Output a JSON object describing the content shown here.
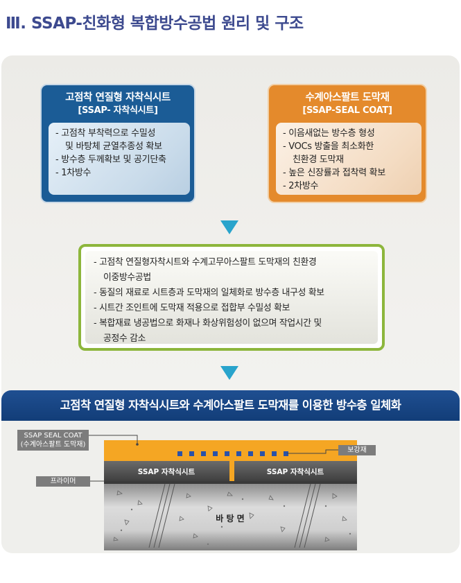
{
  "title": "Ⅲ. SSAP-친화형 복합방수공법 원리 및 구조",
  "left_card": {
    "title": "고점착 연질형 자착식시트",
    "subtitle": "[SSAP- 자착식시트]",
    "items": [
      {
        "text": "- 고점착 부착력으로 수밀성",
        "indent": false
      },
      {
        "text": "및 바탕체 균열추종성 확보",
        "indent": true
      },
      {
        "text": "- 방수층 두께확보 및 공기단축",
        "indent": false
      },
      {
        "text": "- 1차방수",
        "indent": false
      }
    ]
  },
  "right_card": {
    "title": "수계아스팔트 도막재",
    "subtitle": "[SSAP-SEAL COAT]",
    "items": [
      {
        "text": "- 이음새없는 방수층 형성",
        "indent": false
      },
      {
        "text": "- VOCs 방출을 최소화한",
        "indent": false
      },
      {
        "text": "친환경 도막재",
        "indent": true
      },
      {
        "text": "- 높은 신장률과 접착력 확보",
        "indent": false
      },
      {
        "text": "- 2차방수",
        "indent": false
      }
    ]
  },
  "combined": {
    "items": [
      {
        "text": "- 고점착 연질형자착시트와 수계고무아스팔트 도막재의 친환경",
        "indent": false
      },
      {
        "text": "이중방수공법",
        "indent": true
      },
      {
        "text": "- 동질의 재료로 시트층과 도막재의 일체화로 방수층 내구성 확보",
        "indent": false
      },
      {
        "text": "- 시트간 조인트에 도막재 적용으로 접합부 수밀성 확보",
        "indent": false
      },
      {
        "text": "- 복합재료 냉공법으로 화재나 화상위험성이 없으며 작업시간 및",
        "indent": false
      },
      {
        "text": "공정수 감소",
        "indent": true
      }
    ]
  },
  "banner": "고점착 연질형 자착식시트와 수계아스팔트 도막재를 이용한 방수층 일체화",
  "diagram": {
    "label_sealcoat_1": "SSAP SEAL COAT",
    "label_sealcoat_2": "(수계아스팔트 도막재)",
    "label_reinforcement": "보강재",
    "label_primer": "프라이머",
    "sheet_left": "SSAP 자착식시트",
    "sheet_right": "SSAP 자착식시트",
    "substrate": "바 탕 면"
  },
  "colors": {
    "title": "#3d4a8f",
    "left_card": "#1b5c96",
    "right_card": "#e48a2c",
    "arrow": "#29a4cc",
    "combined_border": "#8db63c",
    "banner": "#1a4886",
    "seal_coat": "#f5a623",
    "reinforcement": "#2a52a8",
    "sheet": "#5a5a5a"
  }
}
